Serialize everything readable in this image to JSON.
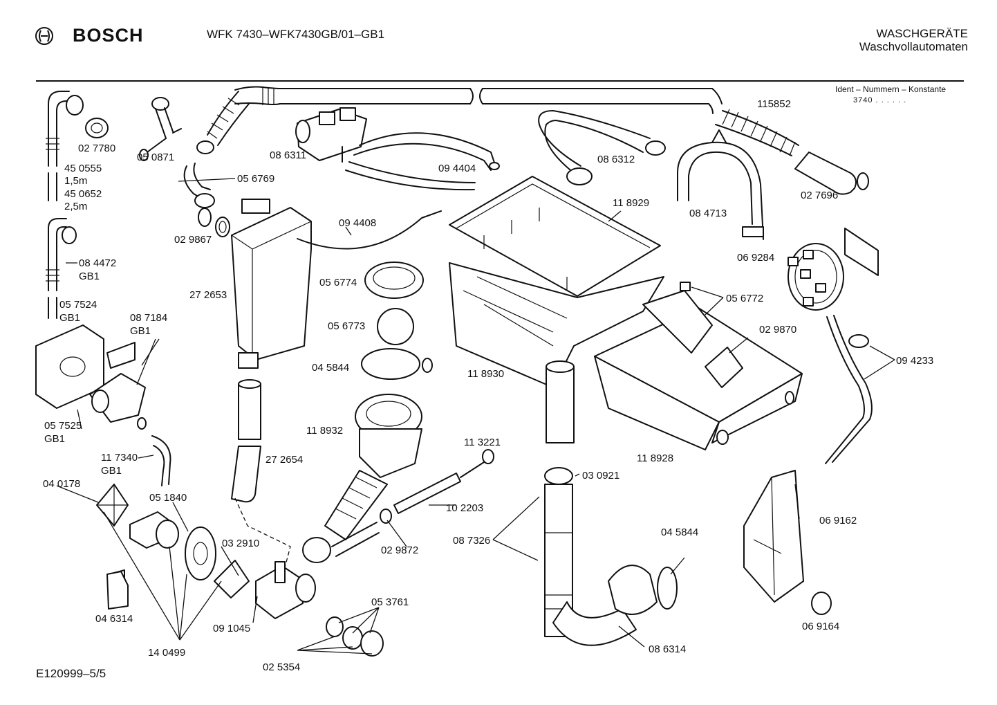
{
  "header": {
    "brand": "BOSCH",
    "model": "WFK 7430–WFK7430GB/01–GB1",
    "category": "WASCHGERÄTE",
    "subcategory": "Waschvollautomaten"
  },
  "ident": {
    "title": "Ident – Nummern – Konstante",
    "value": "3740 . . . . . ."
  },
  "footer": {
    "doc_id": "E120999–5/5"
  },
  "parts": {
    "p027780": "02 7780",
    "p050871": "05 0871",
    "p450555": "45 0555",
    "len15": "1,5m",
    "p450652": "45 0652",
    "len25": "2,5m",
    "p056769": "05 6769",
    "p029867": "02 9867",
    "p086311": "08 6311",
    "p094404": "09 4404",
    "p086312": "08 6312",
    "p115852": "115852",
    "p084713": "08 4713",
    "p027696": "02 7696",
    "p118929": "11 8929",
    "p094408": "09 4408",
    "p084472": "08 4472",
    "gb1a": "GB1",
    "p272653": "27 2653",
    "p056774": "05 6774",
    "p057524": "05 7524",
    "gb1b": "GB1",
    "p087184": "08 7184",
    "gb1c": "GB1",
    "p056773": "05 6773",
    "p045844a": "04 5844",
    "p069284": "06 9284",
    "p056772": "05 6772",
    "p029870": "02 9870",
    "p094233": "09 4233",
    "p118930": "11 8930",
    "p057525": "05 7525",
    "gb1d": "GB1",
    "p118932": "11 8932",
    "p113221": "11 3221",
    "p272654": "27 2654",
    "p118928": "11 8928",
    "p117340": "11 7340",
    "gb1e": "GB1",
    "p030921": "03 0921",
    "p040178": "04 0178",
    "p051840": "05 1840",
    "p102203": "10 2203",
    "p087326": "08 7326",
    "p069162": "06 9162",
    "p045844b": "04 5844",
    "p032910": "03 2910",
    "p029872": "02 9872",
    "p046314": "04 6314",
    "p053761": "05 3761",
    "p091045": "09 1045",
    "p086314": "08 6314",
    "p069164": "06 9164",
    "p140499": "14 0499",
    "p025354": "02 5354"
  }
}
